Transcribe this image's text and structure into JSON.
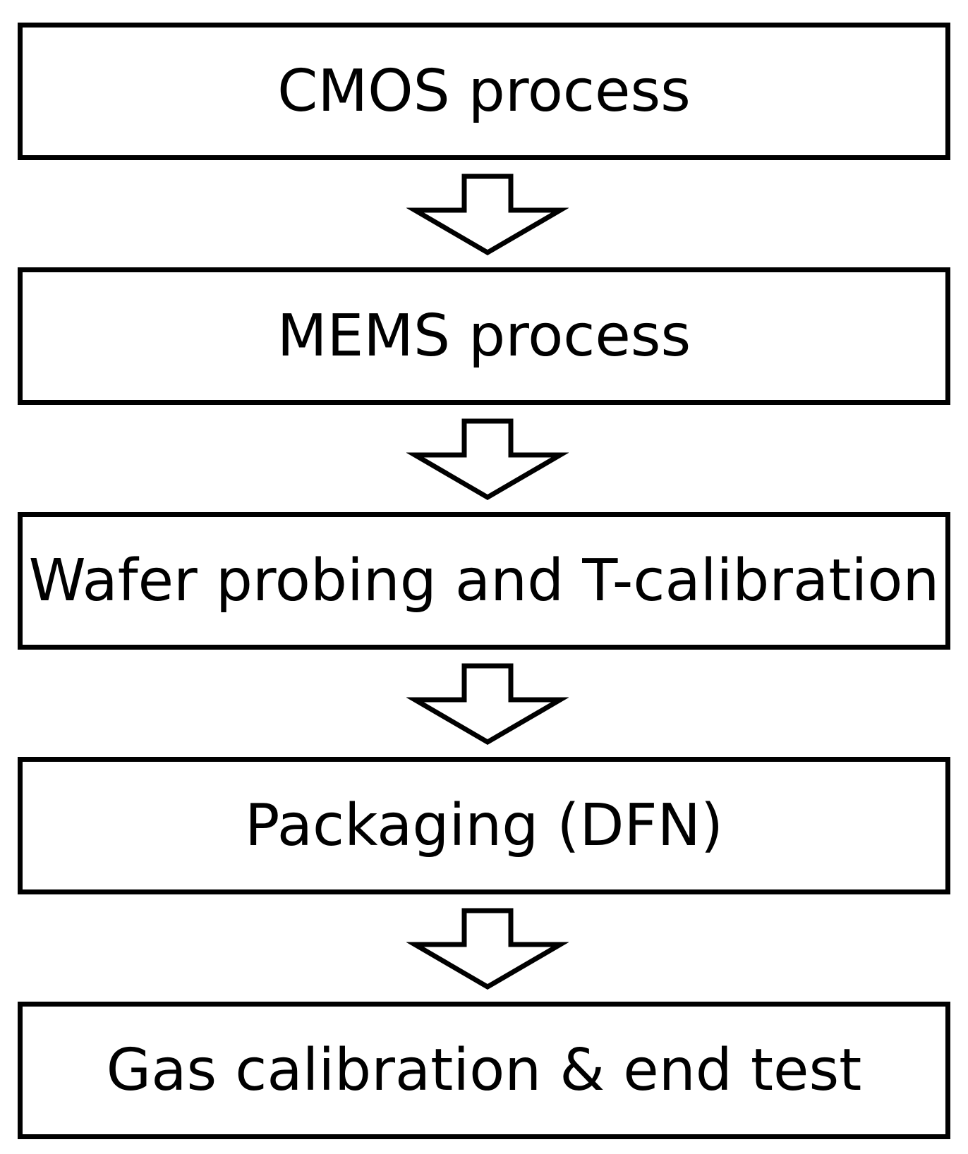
{
  "flowchart": {
    "steps": [
      {
        "label": "CMOS process"
      },
      {
        "label": "MEMS process"
      },
      {
        "label": "Wafer probing and T-calibration"
      },
      {
        "label": "Packaging (DFN)"
      },
      {
        "label": "Gas calibration & end test"
      }
    ],
    "colors": {
      "stroke": "#000000",
      "fill": "#ffffff"
    },
    "connector_icon": "hollow-down-arrow-icon"
  }
}
